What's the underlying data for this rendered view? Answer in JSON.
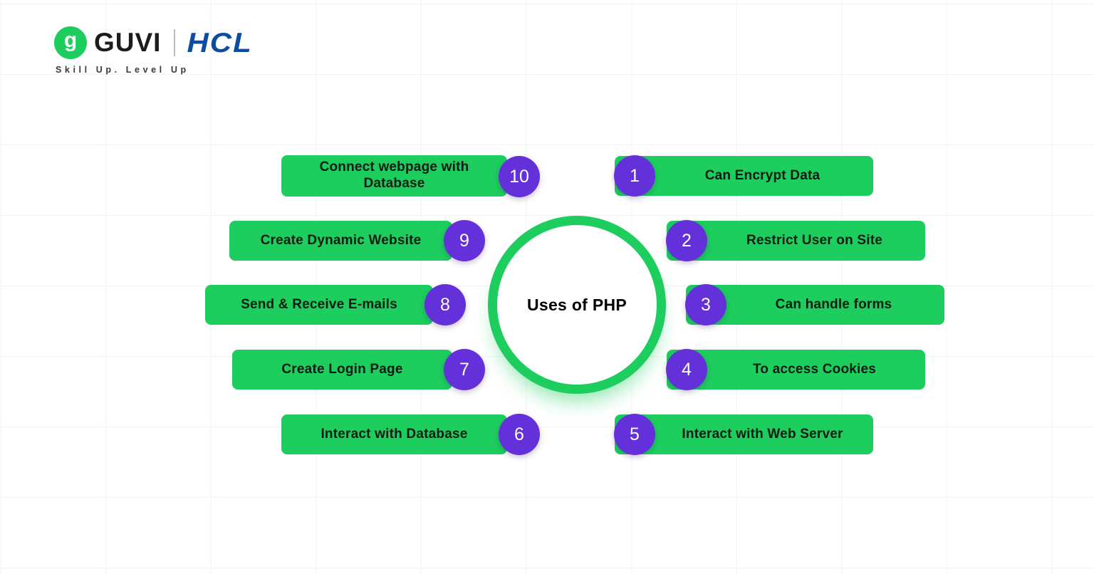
{
  "brand": {
    "logo_letter": "g",
    "name": "GUVI",
    "partner": "HCL",
    "tagline": "Skill Up. Level Up"
  },
  "center": {
    "title": "Uses of PHP"
  },
  "left_items": [
    {
      "number": "10",
      "label": "Connect webpage with Database"
    },
    {
      "number": "9",
      "label": "Create Dynamic Website"
    },
    {
      "number": "8",
      "label": "Send & Receive E-mails"
    },
    {
      "number": "7",
      "label": "Create Login Page"
    },
    {
      "number": "6",
      "label": "Interact with Database"
    }
  ],
  "right_items": [
    {
      "number": "1",
      "label": "Can Encrypt Data"
    },
    {
      "number": "2",
      "label": "Restrict User on Site"
    },
    {
      "number": "3",
      "label": "Can handle forms"
    },
    {
      "number": "4",
      "label": "To access Cookies"
    },
    {
      "number": "5",
      "label": "Interact with Web Server"
    }
  ],
  "colors": {
    "green": "#1DCE5F",
    "purple": "#6430D9",
    "hcl_blue": "#0C4DA2",
    "text_dark": "#0D1C12"
  }
}
